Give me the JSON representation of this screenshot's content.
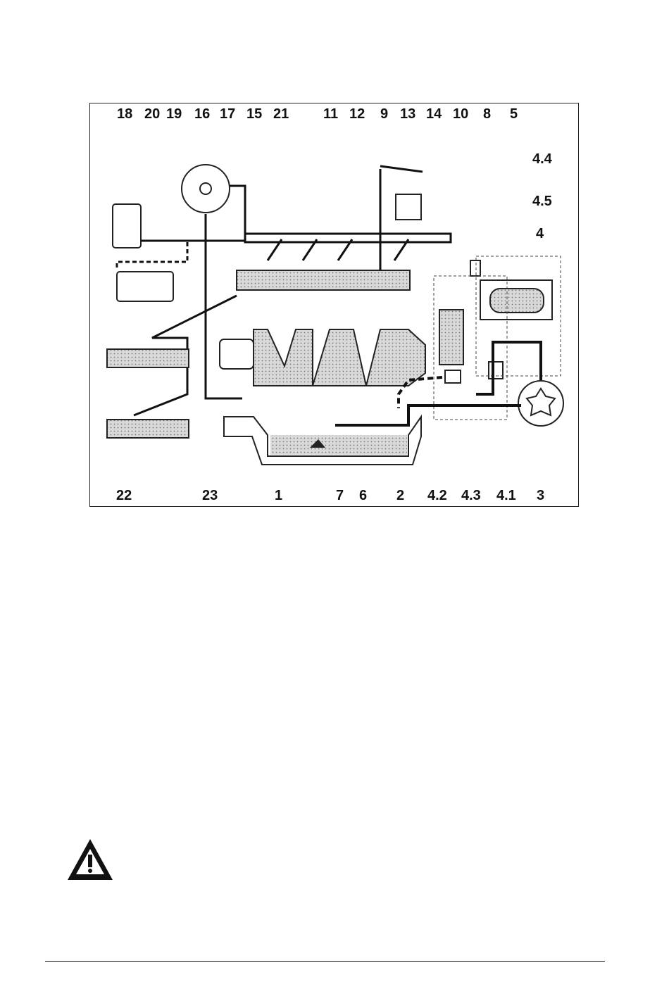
{
  "figure": {
    "labels_top": [
      "18",
      "20",
      "19",
      "16",
      "17",
      "15",
      "21",
      "11",
      "12",
      "9",
      "13",
      "14",
      "10",
      "8",
      "5"
    ],
    "labels_right": [
      "4.4",
      "4.5",
      "4"
    ],
    "labels_bottom": [
      "22",
      "23",
      "1",
      "7",
      "6",
      "2",
      "4.2",
      "4.3",
      "4.1",
      "3"
    ]
  },
  "warning_icon": "warning-triangle-icon"
}
